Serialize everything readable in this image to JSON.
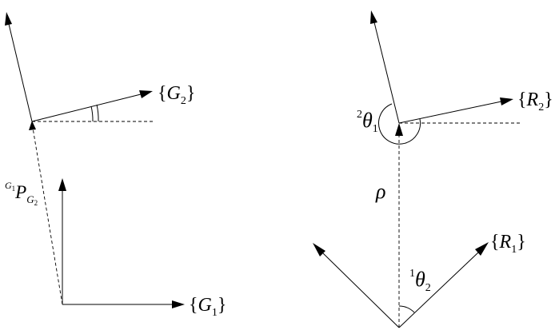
{
  "left_frame": {
    "frame_G2": {
      "brace_open": "{",
      "symbol": "G",
      "subscript": "2",
      "brace_close": "}"
    },
    "frame_G1": {
      "brace_open": "{",
      "symbol": "G",
      "subscript": "1",
      "brace_close": "}"
    },
    "position_vector": {
      "superscript_symbol": "G",
      "superscript_sub": "1",
      "symbol": "P",
      "sub_symbol": "G",
      "sub_sub": "2"
    }
  },
  "right_frame": {
    "frame_R2": {
      "brace_open": "{",
      "symbol": "R",
      "subscript": "2",
      "brace_close": "}"
    },
    "frame_R1": {
      "brace_open": "{",
      "symbol": "R",
      "subscript": "1",
      "brace_close": "}"
    },
    "distance": {
      "symbol": "ρ"
    },
    "angle_theta1": {
      "prefix": "2",
      "symbol": "θ",
      "subscript": "1"
    },
    "angle_theta2": {
      "prefix": "1",
      "symbol": "θ",
      "subscript": "2"
    }
  }
}
